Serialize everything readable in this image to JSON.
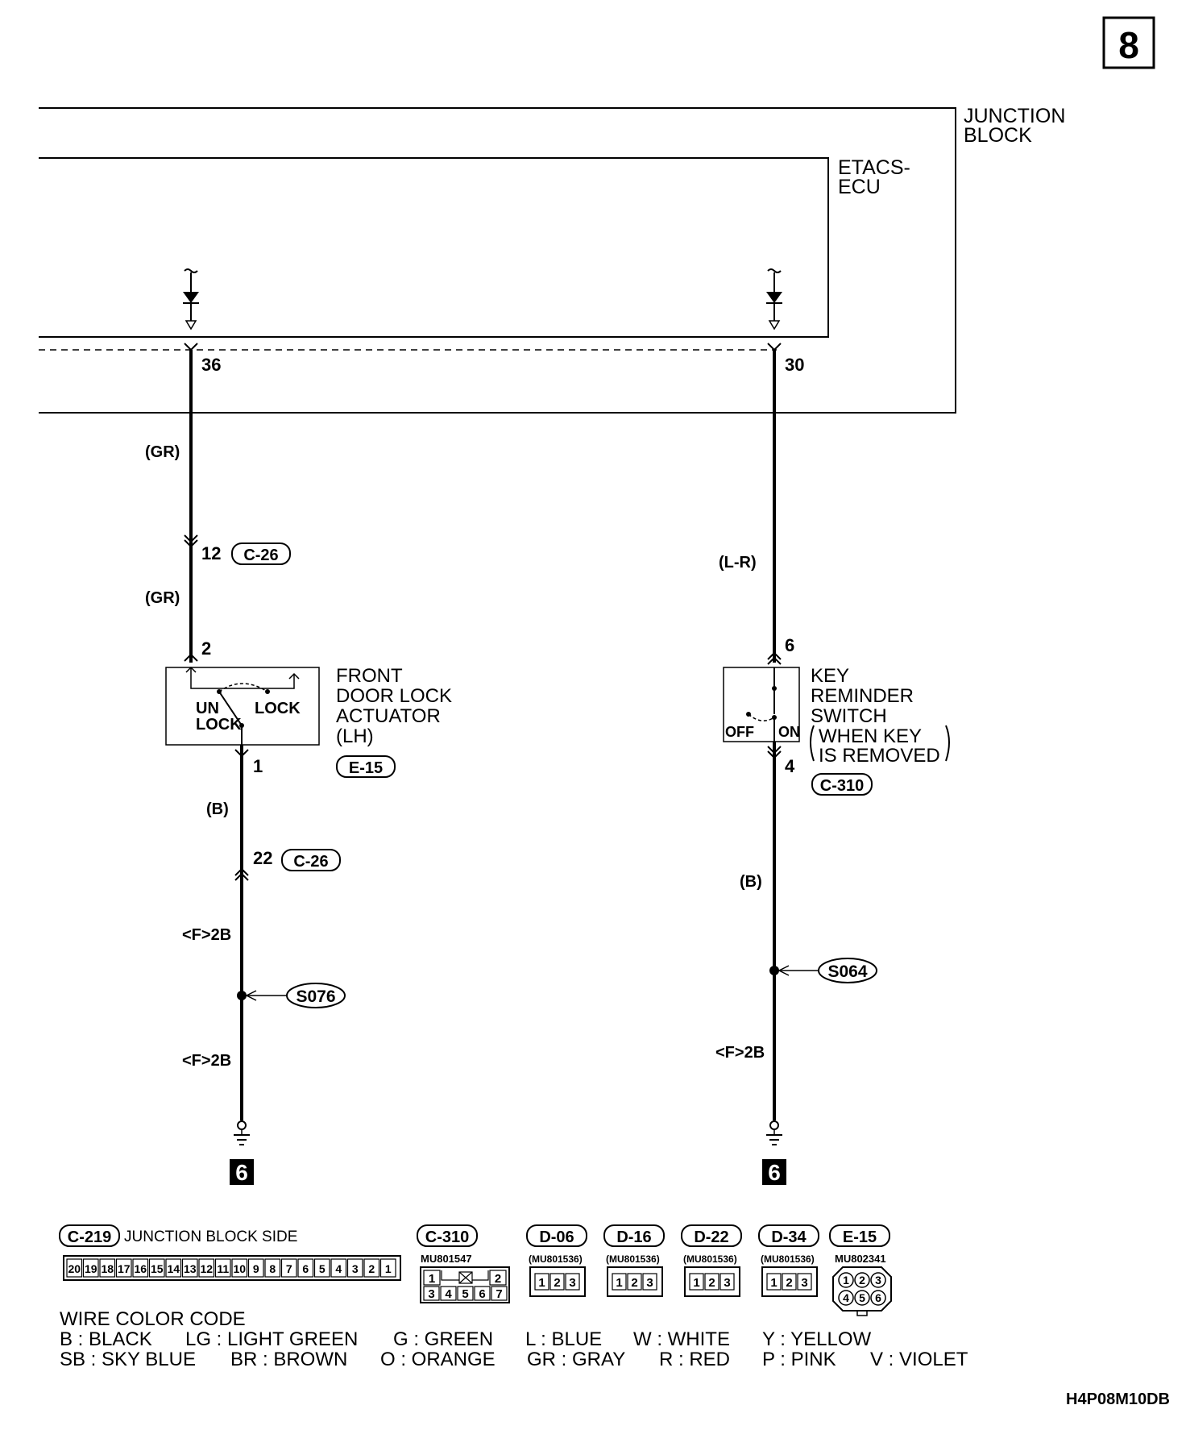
{
  "page_number": "8",
  "diagram_code": "H4P08M10DB",
  "junction_block": {
    "line1": "JUNCTION",
    "line2": "BLOCK"
  },
  "etacs_ecu": {
    "line1": "ETACS-",
    "line2": "ECU"
  },
  "left_circuit": {
    "terminal": "36",
    "wire_top": "(GR)",
    "intermediate_pin": "12",
    "intermediate_connector": "C-26",
    "wire_mid": "(GR)",
    "actuator_pin_top": "2",
    "actuator_label": {
      "line1": "FRONT",
      "line2": "DOOR LOCK",
      "line3": "ACTUATOR",
      "line4": "(LH)"
    },
    "actuator_connector": "E-15",
    "switch_un": "UN",
    "switch_lock_left": "LOCK",
    "switch_lock_right": "LOCK",
    "actuator_pin_bottom": "1",
    "wire_b": "(B)",
    "lower_pin": "22",
    "lower_connector": "C-26",
    "wire_f1": "<F>2B",
    "splice": "S076",
    "wire_f2": "<F>2B",
    "ground_ref": "6"
  },
  "right_circuit": {
    "terminal": "30",
    "wire_top": "(L-R)",
    "switch_pin_top": "6",
    "switch_label": {
      "line1": "KEY",
      "line2": "REMINDER",
      "line3": "SWITCH",
      "line4": "WHEN KEY",
      "line5": "IS REMOVED"
    },
    "switch_off": "OFF",
    "switch_on": "ON",
    "switch_pin_bottom": "4",
    "switch_connector": "C-310",
    "wire_b": "(B)",
    "splice": "S064",
    "wire_f": "<F>2B",
    "ground_ref": "6"
  },
  "connectors": {
    "c219": {
      "label": "C-219",
      "side": "JUNCTION BLOCK SIDE",
      "pins": [
        "20",
        "19",
        "18",
        "17",
        "16",
        "15",
        "14",
        "13",
        "12",
        "11",
        "10",
        "9",
        "8",
        "7",
        "6",
        "5",
        "4",
        "3",
        "2",
        "1"
      ]
    },
    "c310": {
      "label": "C-310",
      "part": "MU801547",
      "row1": [
        "1",
        "2"
      ],
      "row2": [
        "3",
        "4",
        "5",
        "6",
        "7"
      ]
    },
    "d06": {
      "label": "D-06",
      "part": "(MU801536)",
      "pins": [
        "1",
        "2",
        "3"
      ]
    },
    "d16": {
      "label": "D-16",
      "part": "(MU801536)",
      "pins": [
        "1",
        "2",
        "3"
      ]
    },
    "d22": {
      "label": "D-22",
      "part": "(MU801536)",
      "pins": [
        "1",
        "2",
        "3"
      ]
    },
    "d34": {
      "label": "D-34",
      "part": "(MU801536)",
      "pins": [
        "1",
        "2",
        "3"
      ]
    },
    "e15": {
      "label": "E-15",
      "part": "MU802341",
      "row1": [
        "1",
        "2",
        "3"
      ],
      "row2": [
        "4",
        "5",
        "6"
      ]
    }
  },
  "wire_color_code": {
    "title": "WIRE COLOR CODE",
    "row1": [
      "B : BLACK",
      "LG : LIGHT GREEN",
      "G : GREEN",
      "L : BLUE",
      "W : WHITE",
      "Y : YELLOW"
    ],
    "row2": [
      "SB : SKY BLUE",
      "BR : BROWN",
      "O : ORANGE",
      "GR : GRAY",
      "R : RED",
      "P : PINK",
      "V : VIOLET"
    ]
  }
}
